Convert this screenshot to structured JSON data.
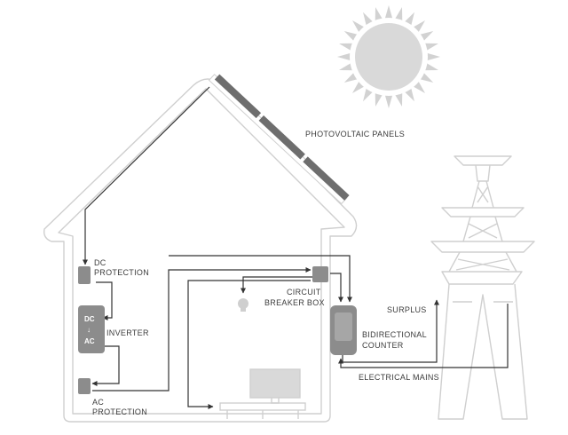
{
  "labels": {
    "photovoltaic_panels": "PHOTOVOLTAIC PANELS",
    "dc_protection_1": "DC",
    "dc_protection_2": "PROTECTION",
    "inverter": "INVERTER",
    "inverter_dc": "DC",
    "inverter_arrow": "↓",
    "inverter_ac": "AC",
    "ac_protection_1": "AC",
    "ac_protection_2": "PROTECTION",
    "circuit_breaker_1": "CIRCUIT",
    "circuit_breaker_2": "BREAKER BOX",
    "surplus": "SURPLUS",
    "bidirectional_1": "BIDIRECTIONAL",
    "bidirectional_2": "COUNTER",
    "electrical_mains": "ELECTRICAL MAINS"
  },
  "icons": {
    "sun": "sun-icon",
    "house": "house-outline",
    "pylon": "power-pylon-icon",
    "bulb": "light-bulb-icon",
    "tv": "television-icon",
    "table": "table-icon"
  },
  "colors": {
    "outline": "#cfcfcf",
    "component": "#8c8c8c",
    "panel": "#6e6e6e",
    "wire": "#333333",
    "sun_core": "#d9d9d9",
    "label": "#3c3c3c"
  }
}
